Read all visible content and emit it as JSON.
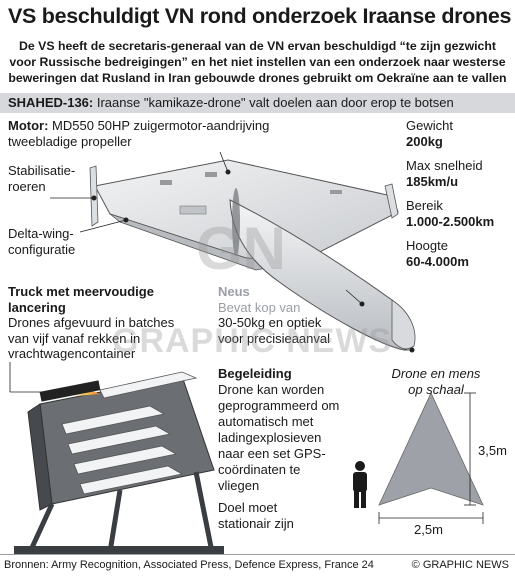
{
  "header": {
    "title": "VS beschuldigt VN rond onderzoek Iraanse drones",
    "standfirst": [
      "De VS heeft de secretaris-generaal van de VN ervan beschuldigd “te zijn gezwicht",
      "voor Russische bedreigingen” en het niet instellen van een onderzoek naar westerse",
      "beweringen dat Rusland in Iran gebouwde drones gebruikt om Oekraïne aan te vallen"
    ]
  },
  "banner": {
    "name": "SHAHED-136:",
    "text": " Iraanse \"kamikaze-drone\" valt doelen aan door erop te botsen"
  },
  "labels": {
    "motor_title": "Motor:",
    "motor_text_1": " MD550 50HP zuigermotor-aandrijving",
    "motor_text_2": "tweebladige propeller",
    "stab_1": "Stabilisatie-",
    "stab_2": "roeren",
    "delta_1": "Delta-wing-",
    "delta_2": "configuratie",
    "truck_title_1": "Truck met meervoudige",
    "truck_title_2": "lancering",
    "truck_text_1": "Drones afgevuurd in batches",
    "truck_text_2": "van vijf vanaf rekken in",
    "truck_text_3": "vrachtwagencontainer",
    "nose_title": "Neus",
    "nose_text_1": "Bevat kop van",
    "nose_text_2": "30-50kg en optiek",
    "nose_text_3": "voor precisieaanval",
    "guide_title": "Begeleiding",
    "guide_text": [
      "Drone kan worden",
      "geprogrammeerd om",
      "automatisch met",
      "ladingexplosieven",
      "naar een set GPS-",
      "coördinaten te",
      "vliegen"
    ],
    "goal_text": [
      "Doel moet",
      "stationair zijn"
    ],
    "scale_1": "Drone en mens",
    "scale_2": "op schaal",
    "dim_height": "3,5m",
    "dim_width": "2,5m"
  },
  "specs": [
    {
      "label": "Gewicht",
      "value": "200kg"
    },
    {
      "label": "Max snelheid",
      "value": "185km/u"
    },
    {
      "label": "Bereik",
      "value": "1.000-2.500km"
    },
    {
      "label": "Hoogte",
      "value": "60-4.000m"
    }
  ],
  "watermark": {
    "mark": "GN",
    "text": "GRAPHIC NEWS"
  },
  "footer": {
    "sources": "Bronnen: Army Recognition, Associated Press, Defence Express, France 24",
    "copyright": "© GRAPHIC NEWS"
  },
  "colors": {
    "banner_bg": "#d6d8db",
    "drone_body": "#e6e8ea",
    "truck_dark": "#4a4d52",
    "flame": "#f3a43a"
  }
}
